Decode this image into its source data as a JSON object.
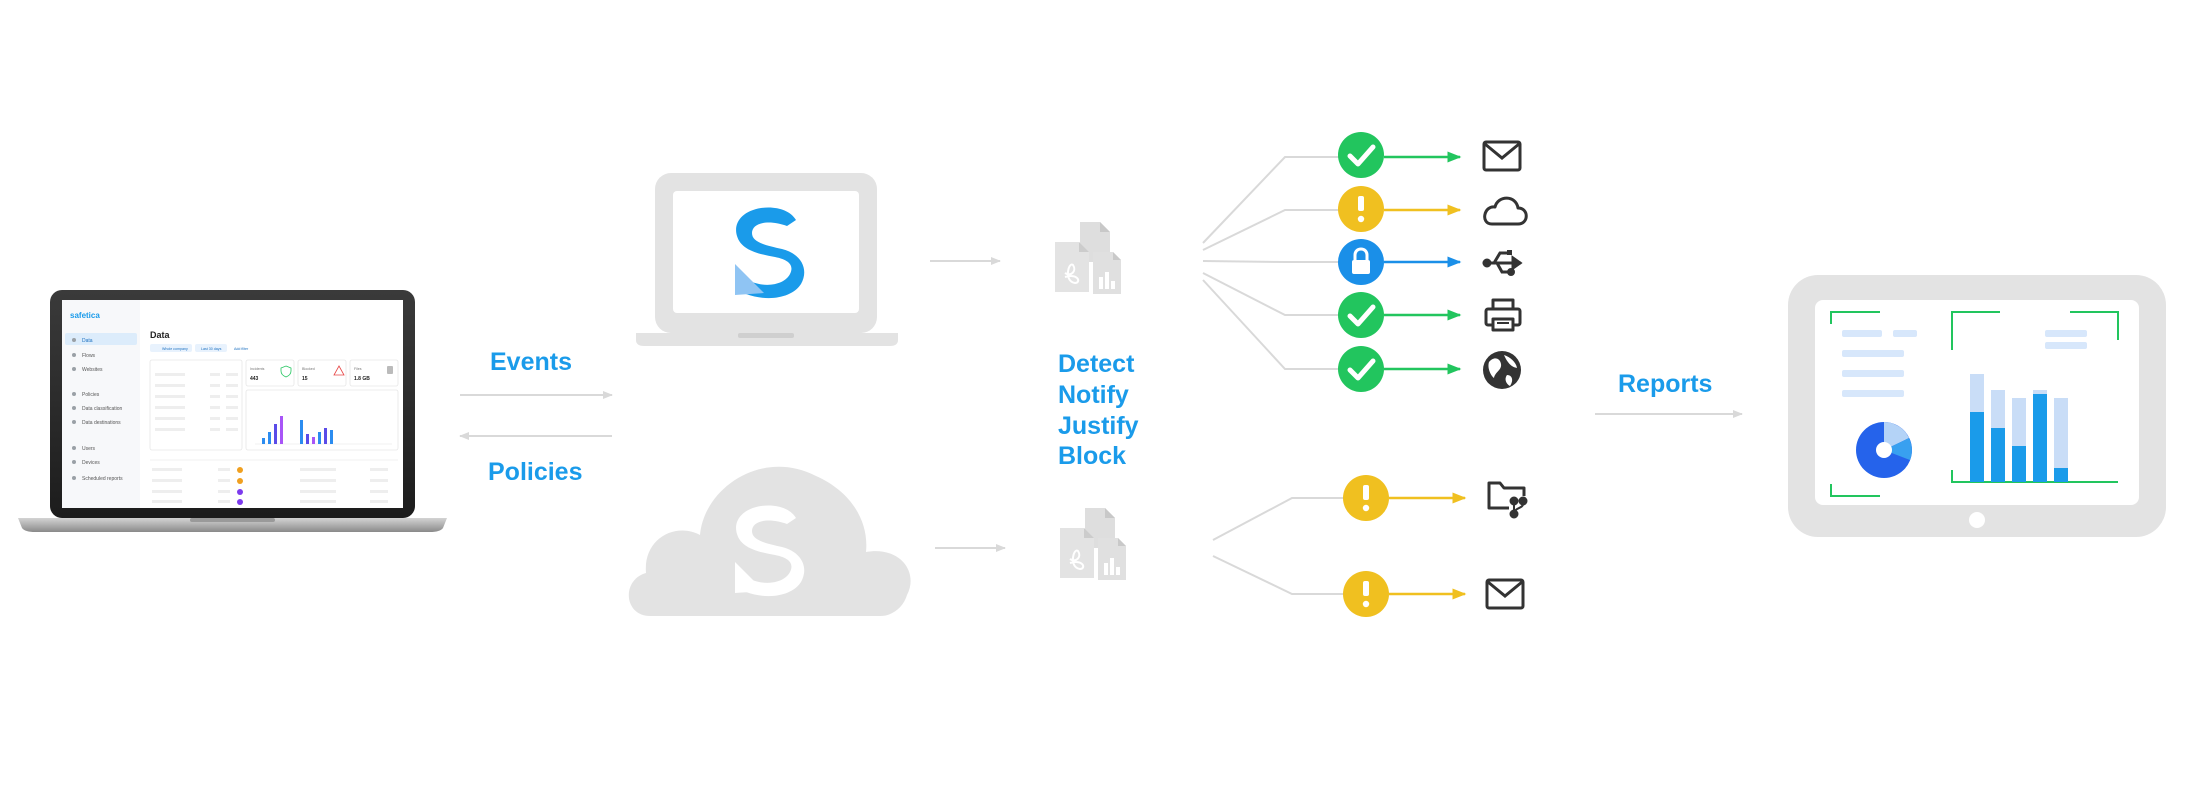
{
  "labels": {
    "events": "Events",
    "policies": "Policies",
    "reports": "Reports",
    "actions": [
      "Detect",
      "Notify",
      "Justify",
      "Block"
    ]
  },
  "dashboard": {
    "brand": "safetica",
    "page_title": "Data",
    "sidebar_items": [
      "Data",
      "Flows",
      "Websites",
      "Policies",
      "Data classification",
      "Data destinations",
      "Users",
      "Devices",
      "Scheduled reports"
    ],
    "toolbar_buttons": [
      "Whole company",
      "Last 30 days",
      "Add filter"
    ],
    "cards": [
      {
        "label": "Incidents",
        "value": "443"
      },
      {
        "label": "Blocked",
        "value": "15"
      },
      {
        "label": "Files",
        "value": "1.8 GB"
      }
    ]
  },
  "colors": {
    "accent": "#1a9bea",
    "success": "#22c55e",
    "warning": "#f0c020",
    "info": "#1a8fe8",
    "line": "#d9d9d9",
    "device": "#e3e3e3",
    "icon": "#333333"
  },
  "channels": [
    {
      "status": "ok",
      "icon": "email-icon"
    },
    {
      "status": "warn",
      "icon": "cloud-icon"
    },
    {
      "status": "lock",
      "icon": "usb-icon"
    },
    {
      "status": "ok",
      "icon": "printer-icon"
    },
    {
      "status": "ok",
      "icon": "globe-icon"
    },
    {
      "status": "warn",
      "icon": "shared-folder-icon"
    },
    {
      "status": "warn",
      "icon": "email-icon"
    }
  ]
}
